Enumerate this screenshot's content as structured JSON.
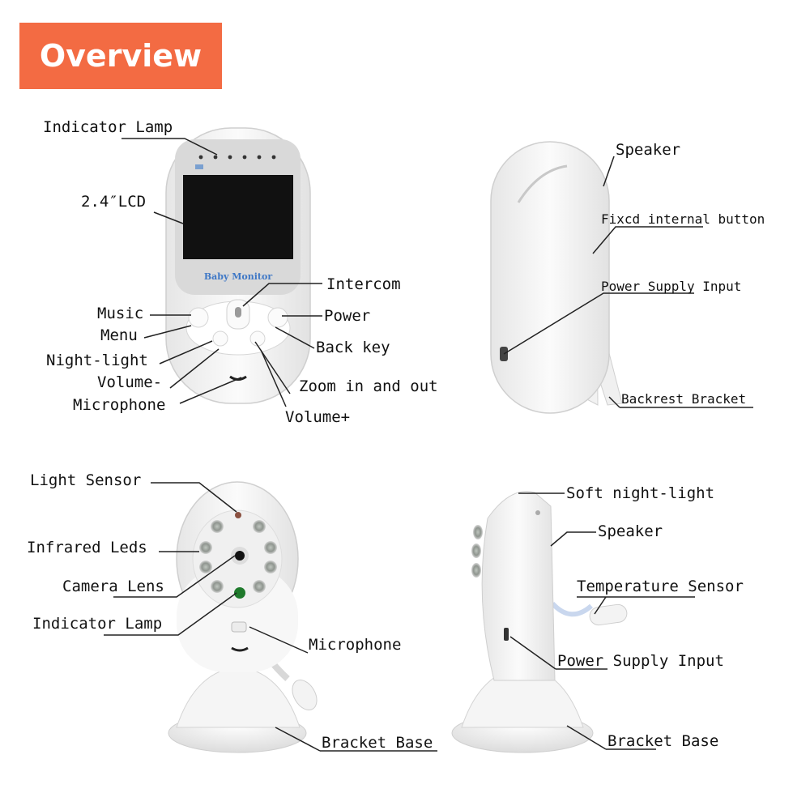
{
  "header": {
    "title": "Overview"
  },
  "device_texts": {
    "screen_brand": "Baby Monitor"
  },
  "labels": {
    "parent_front": {
      "indicator_lamp": "Indicator Lamp",
      "lcd": "2.4″LCD",
      "intercom": "Intercom",
      "music": "Music",
      "power": "Power",
      "menu": "Menu",
      "back_key": "Back key",
      "night_light": "Night-light",
      "volume_minus": "Volume-",
      "zoom": "Zoom in and out",
      "microphone": "Microphone",
      "volume_plus": "Volume+"
    },
    "parent_side": {
      "speaker": "Speaker",
      "fixed_button": "Fixcd internal button",
      "power_input": "Power Supply Input",
      "backrest": "Backrest Bracket"
    },
    "camera_front": {
      "light_sensor": "Light Sensor",
      "infrared_leds": "Infrared Leds",
      "camera_lens": "Camera Lens",
      "indicator_lamp": "Indicator Lamp",
      "microphone": "Microphone",
      "bracket_base": "Bracket Base"
    },
    "camera_side": {
      "soft_night_light": "Soft night-light",
      "speaker": "Speaker",
      "temperature_sensor": "Temperature Sensor",
      "power_input": "Power Supply Input",
      "bracket_base": "Bracket Base"
    }
  },
  "colors": {
    "banner": "#f36b43",
    "device_body": "#f4f4f4",
    "screen": "#e0e0e0",
    "lcd": "#111111",
    "indicator_green": "#1f7a2c"
  }
}
